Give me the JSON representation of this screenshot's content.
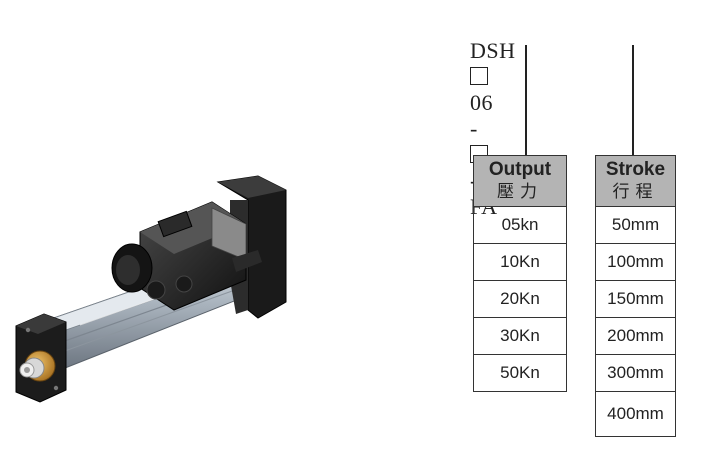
{
  "model_code": {
    "prefix": "DSH",
    "mid": "06",
    "dash1": "-",
    "dash2": "-",
    "suffix": "FA"
  },
  "output_table": {
    "header": "Output",
    "header_cn": "壓力",
    "rows": [
      "05kn",
      "10Kn",
      "20Kn",
      "30Kn",
      "50Kn"
    ]
  },
  "stroke_table": {
    "header": "Stroke",
    "header_cn": "行程",
    "rows": [
      "50mm",
      "100mm",
      "150mm",
      "200mm",
      "300mm",
      "400mm"
    ]
  },
  "colors": {
    "header_bg": "#b4b4b4",
    "line": "#222222",
    "rail": "#a9b3bd",
    "body_dark": "#1e1e1e",
    "bronze": "#c8902e"
  },
  "illustration": "electric-linear-actuator"
}
